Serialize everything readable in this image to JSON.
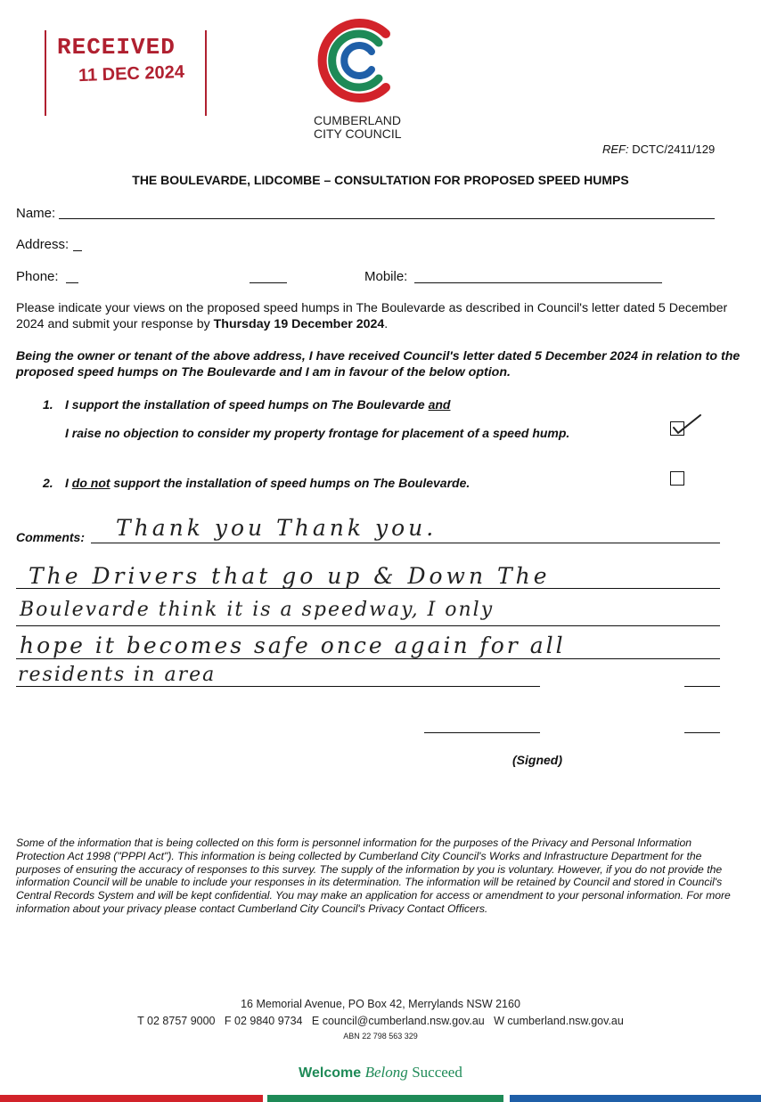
{
  "stamp": {
    "line1": "RECEIVED",
    "line2": "11 DEC 2024"
  },
  "logo": {
    "line1": "CUMBERLAND",
    "line2": "CITY COUNCIL"
  },
  "ref": {
    "label": "REF:",
    "value": "DCTC/2411/129"
  },
  "title": "THE BOULEVARDE, LIDCOMBE – CONSULTATION FOR PROPOSED SPEED HUMPS",
  "fields": {
    "name": "Name:",
    "address": "Address:",
    "phone": "Phone:",
    "mobile": "Mobile:"
  },
  "intro": {
    "part1": "Please indicate your views on the proposed speed humps in The Boulevarde as described in Council's letter dated 5 December 2024 and submit your response by ",
    "bold": "Thursday 19 December 2024",
    "part2": "."
  },
  "declaration": "Being the owner or tenant of the above address, I have received Council's letter dated 5 December 2024 in relation to the proposed speed humps on The Boulevarde and I am in favour of the below option.",
  "option1": {
    "num": "1.",
    "line1_a": "I support the installation of speed humps on The Boulevarde ",
    "line1_and": "and",
    "line2": "I raise no objection to consider my property frontage for placement of a speed hump.",
    "checked": true
  },
  "option2": {
    "num": "2.",
    "a": "I ",
    "do_not": "do not",
    "b": " support the installation of speed humps on The Boulevarde.",
    "checked": false
  },
  "comments": {
    "label": "Comments:",
    "lines": [
      "Thank you Thank you.",
      "The Drivers that go up & Down The",
      "Boulevarde think it is a speedway, I only",
      "hope it becomes safe once again for all",
      "residents in area"
    ]
  },
  "signed": "(Signed)",
  "privacy": "Some of the information that is being collected on this form is personnel information for the purposes of the Privacy and Personal Information Protection Act 1998 (\"PPPI Act\"). This information is being collected by Cumberland City Council's Works and Infrastructure Department for the purposes of ensuring the accuracy of responses to this survey. The supply of the information by you is voluntary. However, if you do not provide the information Council will be unable to include your responses in its determination. The information will be retained by Council and stored in Council's Central Records System and will be kept confidential. You may make an application for access or amendment to your personal information. For more information about your privacy please contact Cumberland City Council's Privacy Contact Officers.",
  "footer": {
    "address": "16 Memorial Avenue, PO Box 42, Merrylands NSW 2160",
    "contacts": "T 02 8757 9000   F 02 9840 9734   E council@cumberland.nsw.gov.au   W cumberland.nsw.gov.au",
    "abn": "ABN 22 798 563 329"
  },
  "tagline": {
    "welcome": "Welcome",
    "belong": "Belong",
    "succeed": "Succeed"
  },
  "colors": {
    "red": "#d2232a",
    "green": "#1e8a57",
    "blue": "#1f5fa8",
    "stamp": "#b02030"
  }
}
